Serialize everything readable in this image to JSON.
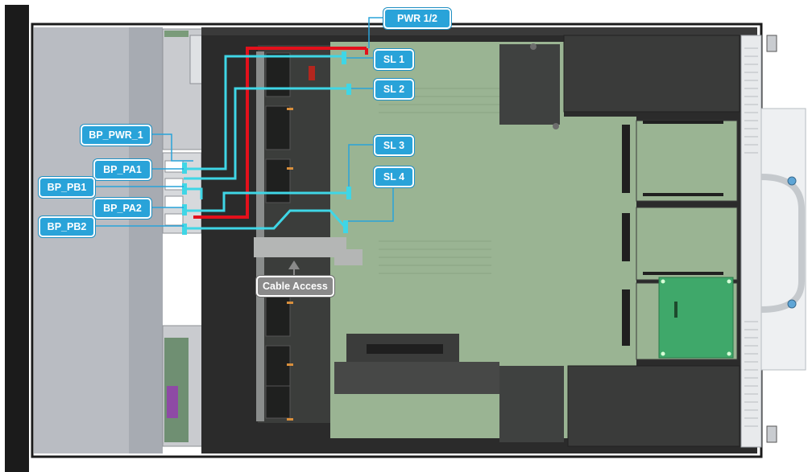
{
  "labels": {
    "pwr": "PWR 1/2",
    "sl1": "SL 1",
    "sl2": "SL 2",
    "sl3": "SL 3",
    "sl4": "SL 4",
    "bp_pwr_1": "BP_PWR_1",
    "bp_pa1": "BP_PA1",
    "bp_pb1": "BP_PB1",
    "bp_pa2": "BP_PA2",
    "bp_pb2": "BP_PB2",
    "cable_access": "Cable Access"
  },
  "colors": {
    "cable_cyan": "#3fd6e6",
    "cable_red": "#e3101b",
    "callout_blue": "#29a3d9",
    "motherboard_green": "#9ab493",
    "riser_green": "#3fa86a"
  }
}
